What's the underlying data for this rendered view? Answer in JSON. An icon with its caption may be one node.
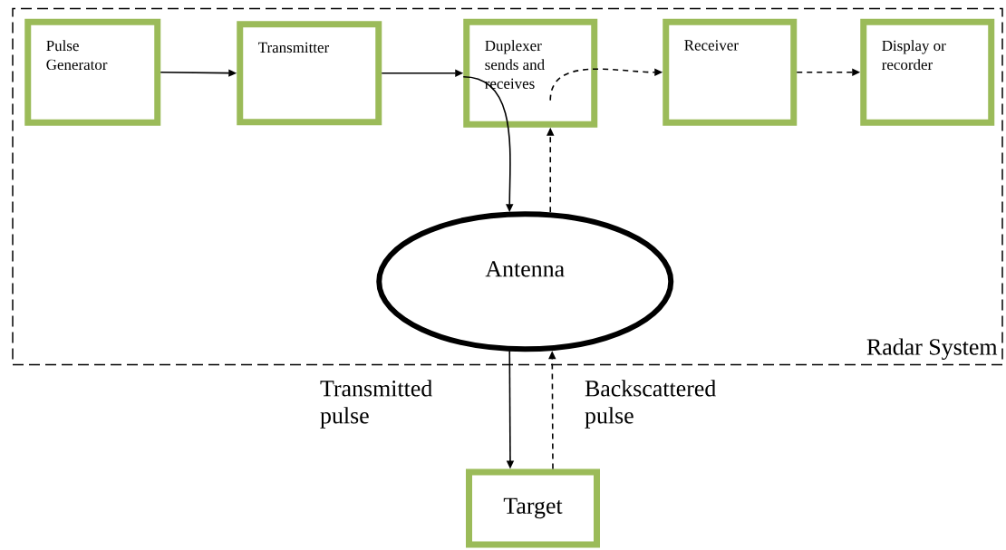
{
  "diagram": {
    "nodes": [
      {
        "text": [
          "Radar System"
        ]
      },
      {
        "text": [
          "Pulse Generator"
        ],
        "in": 0
      },
      {
        "text": [
          "Transmitter"
        ],
        "in": 0
      },
      {
        "text": [
          "Duplexer sends and receives"
        ],
        "in": 0
      },
      {
        "text": [
          "Receiver"
        ],
        "in": 0
      },
      {
        "text": [
          "Display or recorder"
        ],
        "in": 0
      },
      {
        "text": [
          "Antenna"
        ],
        "in": 0
      },
      {
        "text": [
          "Target"
        ]
      }
    ],
    "edges": [
      {
        "from": 1,
        "to": 2,
        "arrow": "to"
      },
      {
        "from": 2,
        "to": 3,
        "arrow": "to"
      },
      {
        "from": 3,
        "to": 6,
        "arrow": "to"
      },
      {
        "from": 6,
        "to": 3,
        "arrow": "to",
        "style": "dashed"
      },
      {
        "from": 3,
        "to": 4,
        "arrow": "to",
        "style": "dashed"
      },
      {
        "from": 4,
        "to": 5,
        "arrow": "to",
        "style": "dashed"
      },
      {
        "from": 6,
        "to": 7,
        "arrow": "to",
        "label": "Transmitted pulse"
      },
      {
        "from": 7,
        "to": 6,
        "arrow": "to",
        "style": "dashed",
        "label": "Backscattered pulse"
      }
    ]
  }
}
